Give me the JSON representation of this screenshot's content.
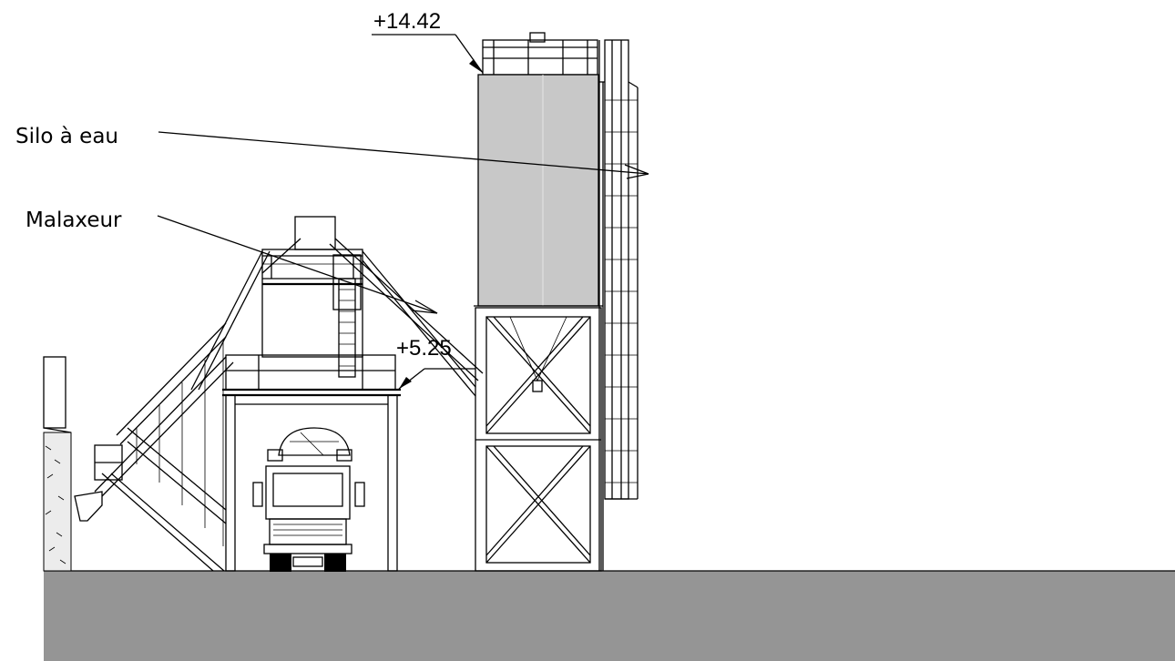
{
  "labels": {
    "water_silo": "Silo à eau",
    "mixer": "Malaxeur",
    "elevation_top": "+14.42",
    "elevation_platform": "+5.25"
  },
  "colors": {
    "ground": "#959595",
    "silo_body": "#c8c8c8",
    "line": "#000000",
    "background": "#ffffff"
  }
}
